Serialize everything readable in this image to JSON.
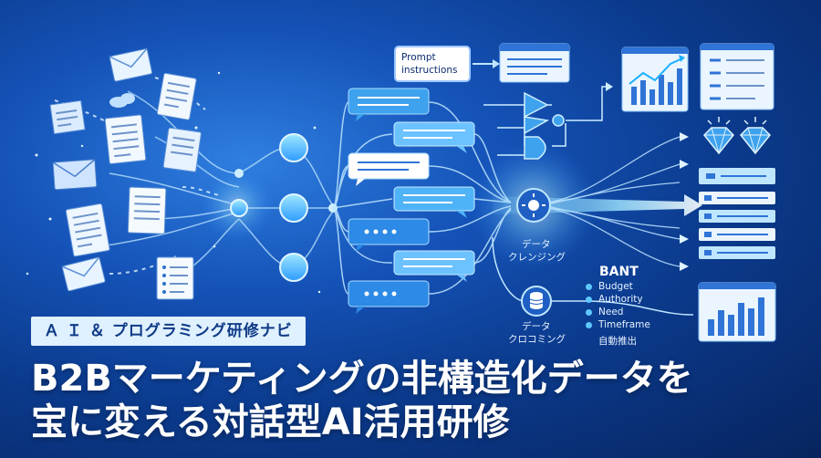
{
  "tag": "Ａ Ｉ ＆ プログラミング研修ナビ",
  "headline": {
    "line1": "B2Bマーケティングの非構造化データを",
    "line2": "宝に変える対話型AI活用研修"
  },
  "prompt_box": {
    "line1": "Prompt",
    "line2": "instructions"
  },
  "labels": {
    "cleansing_1": "データ",
    "cleansing_2": "クレンジング",
    "coloring_1": "データ",
    "coloring_2": "クロコミング"
  },
  "bant": {
    "title": "BANT",
    "items": [
      "Budget",
      "Authority",
      "Need",
      "Timeframe"
    ],
    "footer": "自動推出"
  },
  "colors": {
    "accent": "#5ec8ff",
    "node": "#3fb6ff",
    "panel": "#ffffff",
    "bubble": "#3ea2ee"
  }
}
